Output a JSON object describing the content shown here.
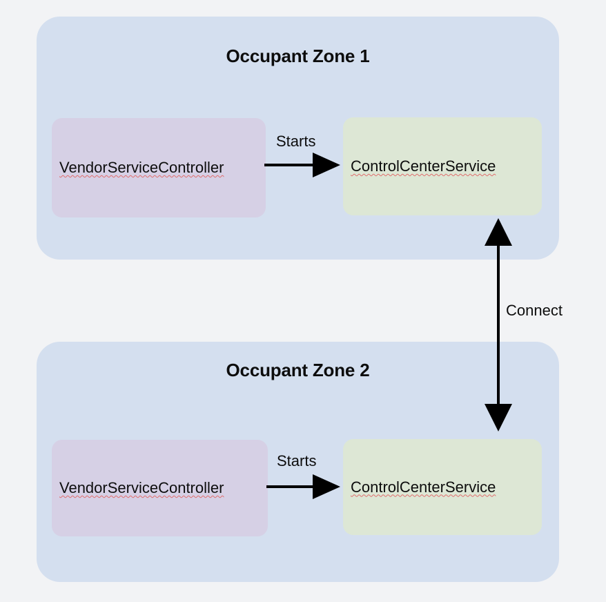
{
  "diagram": {
    "type": "architecture-block-diagram",
    "background_color": "#f2f3f5",
    "zone_color": "#d4dfef",
    "vendor_node_color": "#d6d0e5",
    "control_node_color": "#dde7d5",
    "arrow_color": "#000000",
    "spellcheck_underline_color": "#e06c6c"
  },
  "zones": [
    {
      "id": "zone-1",
      "title": "Occupant Zone 1",
      "nodes": [
        {
          "id": "vendor-1",
          "label": "VendorServiceController",
          "color": "#d6d0e5"
        },
        {
          "id": "control-1",
          "label": "ControlCenterService",
          "color": "#dde7d5"
        }
      ],
      "edge": {
        "label": "Starts",
        "from": "vendor-1",
        "to": "control-1",
        "direction": "right"
      }
    },
    {
      "id": "zone-2",
      "title": "Occupant Zone 2",
      "nodes": [
        {
          "id": "vendor-2",
          "label": "VendorServiceController",
          "color": "#d6d0e5"
        },
        {
          "id": "control-2",
          "label": "ControlCenterService",
          "color": "#dde7d5"
        }
      ],
      "edge": {
        "label": "Starts",
        "from": "vendor-2",
        "to": "control-2",
        "direction": "right"
      }
    }
  ],
  "cross_zone_edge": {
    "label": "Connect",
    "from": "control-1",
    "to": "control-2",
    "direction": "bidirectional"
  }
}
